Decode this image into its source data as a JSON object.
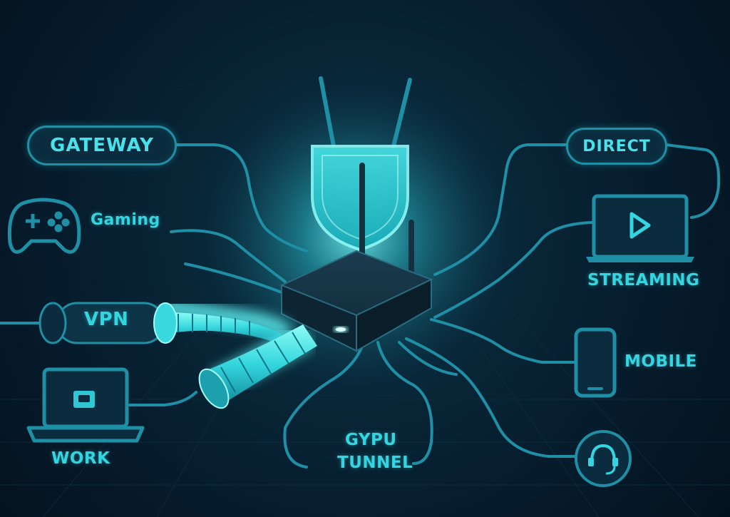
{
  "labels": {
    "gateway": "GATEWAY",
    "direct": "DIRECT",
    "gaming": "Gaming",
    "vpn": "VPN",
    "streaming": "STREAMING",
    "mobile": "MOBILE",
    "work": "WORK",
    "tunnel_line1": "GYPU",
    "tunnel_line2": "TUNNEL"
  },
  "icons": {
    "router": "router-icon",
    "shield": "shield-icon",
    "gamepad": "gamepad-icon",
    "laptop": "laptop-icon",
    "tv": "play-screen-icon",
    "phone": "phone-icon",
    "headset": "headset-icon",
    "cable": "cable-icon"
  },
  "colors": {
    "accent": "#33d6e0",
    "line": "#1f8fa5",
    "background": "#061a2a",
    "glow": "#5ff4f4"
  }
}
